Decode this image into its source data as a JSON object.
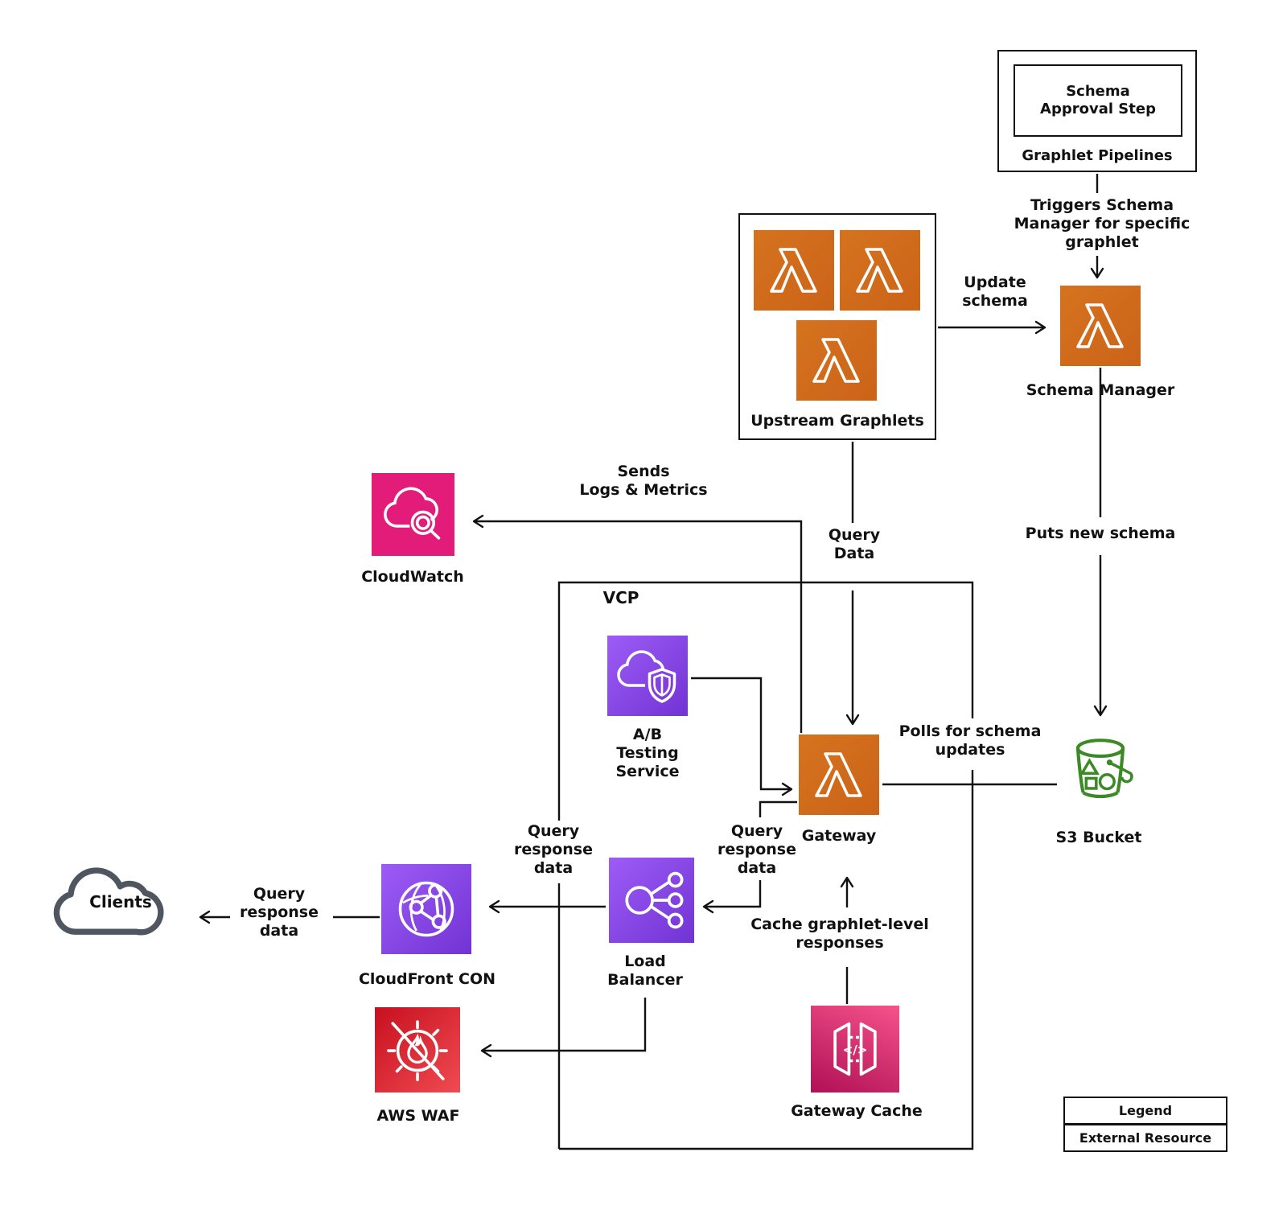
{
  "nodes": {
    "graphlet_pipelines": {
      "label": "Graphlet Pipelines",
      "inner": "Schema\nApproval Step"
    },
    "schema_manager": {
      "label": "Schema Manager"
    },
    "upstream_graphlets": {
      "label": "Upstream Graphlets"
    },
    "cloudwatch": {
      "label": "CloudWatch"
    },
    "vcp": {
      "label": "VCP"
    },
    "ab_testing": {
      "label": "A/B\nTesting\nService"
    },
    "gateway": {
      "label": "Gateway"
    },
    "s3_bucket": {
      "label": "S3 Bucket"
    },
    "load_balancer": {
      "label": "Load\nBalancer"
    },
    "cloudfront": {
      "label": "CloudFront CON"
    },
    "clients": {
      "label": "Clients"
    },
    "aws_waf": {
      "label": "AWS WAF"
    },
    "gateway_cache": {
      "label": "Gateway Cache"
    }
  },
  "edges": {
    "triggers": {
      "label": "Triggers Schema\nManager for specific\ngraphlet"
    },
    "update_schema": {
      "label": "Update\nschema"
    },
    "puts_new_schema": {
      "label": "Puts new schema"
    },
    "sends_logs": {
      "label": "Sends\nLogs & Metrics"
    },
    "query_data": {
      "label": "Query\nData"
    },
    "polls": {
      "label": "Polls for schema\nupdates"
    },
    "query_response_gateway": {
      "label": "Query\nresponse\ndata"
    },
    "query_response_lb": {
      "label": "Query\nresponse\ndata"
    },
    "query_response_clients": {
      "label": "Query\nresponse\ndata"
    },
    "cache_responses": {
      "label": "Cache graphlet-level\nresponses"
    }
  },
  "legend": {
    "title": "Legend",
    "items": [
      "External Resource"
    ]
  },
  "colors": {
    "line": "#111111",
    "lambda_orange": "#D06C1C",
    "cloudwatch_pink": "#E31C79",
    "purple_light": "#9D5CF6",
    "purple_dark": "#7233D4",
    "waf_red_light": "#EF4B53",
    "waf_red_dark": "#C7101F",
    "cache_pink_light": "#F4538B",
    "cache_pink_dark": "#B01055",
    "s3_green": "#3C8A26",
    "clients_gray": "#4F5660"
  }
}
